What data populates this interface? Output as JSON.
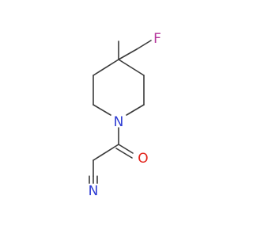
{
  "molecule": {
    "atoms": {
      "fluorine": "F",
      "nitrogen_ring": "N",
      "oxygen": "O",
      "nitrogen_nitrile": "N"
    }
  },
  "colors": {
    "bond": "#3a3a3a",
    "fluorine": "#b5359b",
    "nitrogen": "#2d3bd3",
    "oxygen": "#e2241b"
  }
}
